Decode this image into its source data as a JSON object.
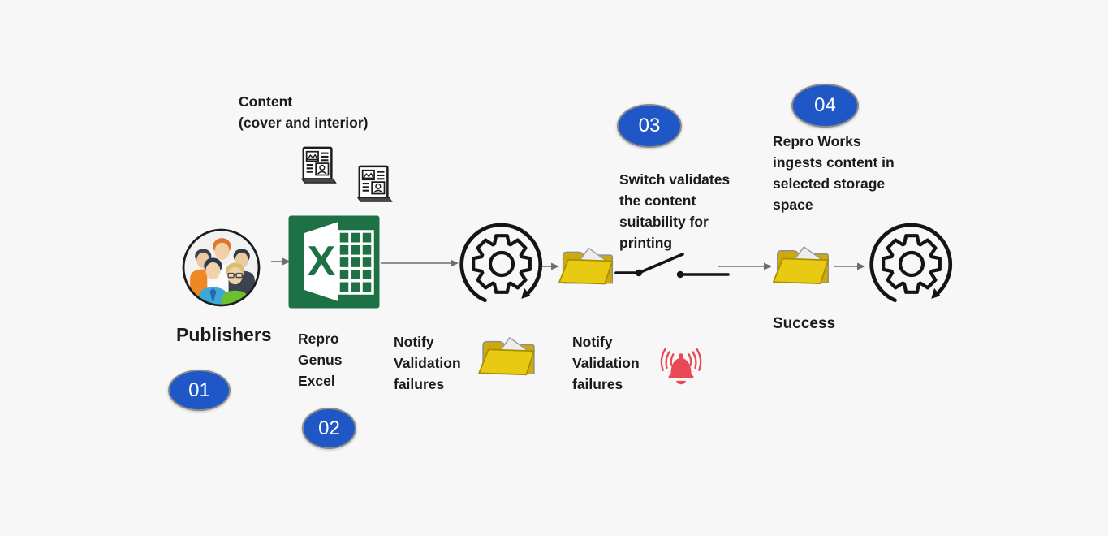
{
  "badges": [
    {
      "number": "01"
    },
    {
      "number": "02"
    },
    {
      "number": "03"
    },
    {
      "number": "04"
    }
  ],
  "labels": {
    "content": [
      "Content",
      "(cover and interior)"
    ],
    "publishers": "Publishers",
    "repro_genus": [
      "Repro",
      "Genus",
      "Excel"
    ],
    "notify_first": [
      "Notify",
      "Validation",
      "failures"
    ],
    "notify_second": [
      "Notify",
      "Validation",
      "failures"
    ],
    "switch_validates": [
      "Switch validates",
      "the content",
      "suitability for",
      "printing"
    ],
    "repro_works": [
      "Repro Works",
      "ingests content in",
      "selected storage",
      "space"
    ],
    "success": "Success",
    "excel_letter": "X"
  },
  "icons": {
    "publishers": "people-group-icon",
    "content_documents": "newspaper-icon",
    "source_app": "excel-icon",
    "process": "gear-sync-icon",
    "storage": "open-folder-icon",
    "validation_switch": "electrical-switch-icon",
    "failure_alert": "bell-ring-icon"
  },
  "colors": {
    "badge_blue": "#2057c6",
    "excel_green": "#1e7145",
    "folder_yellow": "#e9ca12",
    "folder_dark_yellow": "#cda90c",
    "bell_red": "#e84a55",
    "text": "#1b1b1b",
    "stroke": "#141414",
    "arrow_gray": "#6e6e6e",
    "background": "#f7f7f8"
  }
}
